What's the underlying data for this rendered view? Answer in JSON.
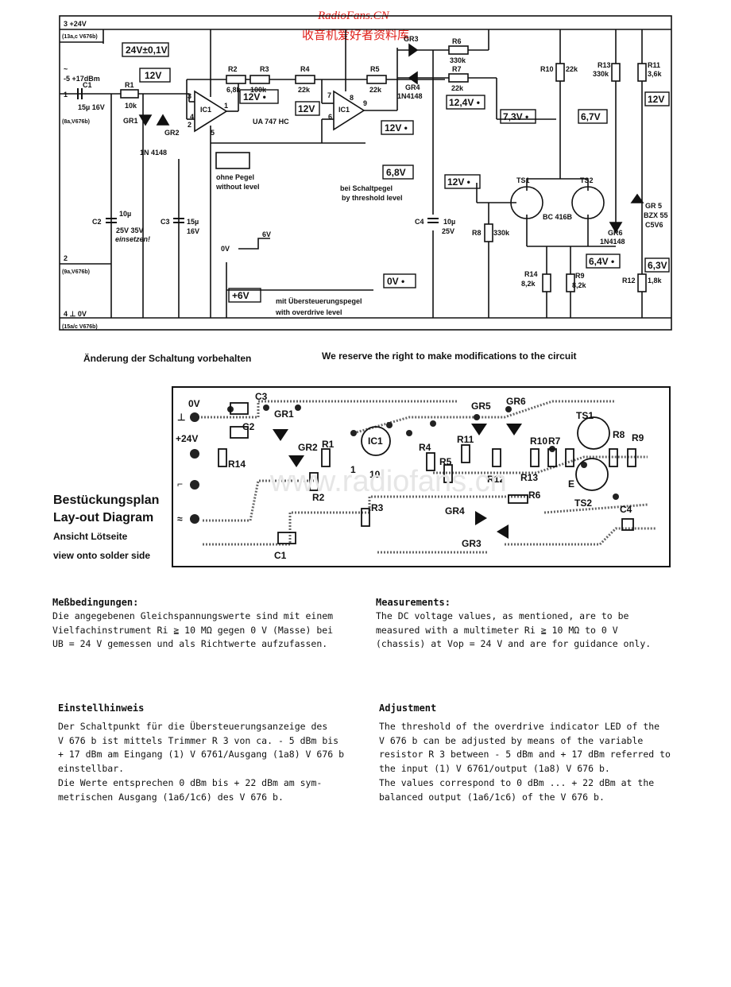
{
  "watermark": {
    "line1": "RadioFans.CN",
    "line2": "收音机爱好者资料库",
    "center": "www.radiofans.cn"
  },
  "schematic": {
    "terminals": {
      "t3": "3 +24V",
      "t3_sub": "(13a,c V676b)",
      "t1_top": "~",
      "t1_sig": "-5  +17dBm",
      "t1": "1",
      "t1_sub": "(8a,V676b)",
      "t2": "2",
      "t2_sub": "(9a,V676b)",
      "t4": "4  ⊥ 0V",
      "t4_sub": "(15a/c V676b)"
    },
    "voltages": {
      "v24": "24V±0,1V",
      "v12a": "12V",
      "v12b": "12V •",
      "v12c": "12V",
      "v12d": "12V •",
      "v124": "12,4V •",
      "v68": "6,8V",
      "v73": "7,3V •",
      "v67": "6,7V",
      "v12e": "12V",
      "v12f": "12V •",
      "v64": "6,4V •",
      "v63": "6,3V",
      "v0": "0V •",
      "v6": "+6V"
    },
    "components": {
      "r1": "R1",
      "r1v": "10k",
      "c1": "C1",
      "c1v": "15µ 16V",
      "gr1": "GR1",
      "gr2": "GR2",
      "d1n": "1N 4148",
      "r2": "R2",
      "r2v": "6,8k",
      "r3": "R3",
      "r3v": "100k",
      "r4": "R4",
      "r4v": "22k",
      "r5": "R5",
      "r5v": "22k",
      "ic1a": "IC1",
      "ic1b": "IC1",
      "ua": "UA 747 HC",
      "gr3": "GR3",
      "gr4": "GR4",
      "gr4v": "1N4148",
      "r6": "R6",
      "r6v": "330k",
      "r7": "R7",
      "r7v": "22k",
      "r10": "R10",
      "r10v": "22k",
      "r13": "R13",
      "r13v": "330k",
      "r11": "R11",
      "r11v": "3,6k",
      "ts1": "TS1",
      "ts2": "TS2",
      "bc": "BC 416B",
      "gr5": "GR 5",
      "gr5v": "BZX 55",
      "gr5v2": "C5V6",
      "gr6": "GR6",
      "gr6v": "1N4148",
      "r8": "R8",
      "r8v": "330k",
      "r14": "R14",
      "r14v": "8,2k",
      "r9": "R9",
      "r9v": "8,2k",
      "r12": "R12",
      "r12v": "1,8k",
      "c2": "C2",
      "c2v": "10µ",
      "c2v2": "25V  35V",
      "c2note": "einsetzen!",
      "c3": "C3",
      "c3v": "15µ",
      "c3v2": "16V",
      "c4": "C4",
      "c4v": "10µ",
      "c4v2": "25V",
      "pin3": "3",
      "pin2": "2",
      "pin1": "1",
      "pin5": "5",
      "pin7": "7",
      "pin6": "6",
      "pin9": "9",
      "pin8": "8",
      "pin4": "4"
    },
    "legend": {
      "nolevel_de": "ohne Pegel",
      "nolevel_en": "without level",
      "threshold_de": "bei Schaltpegel",
      "threshold_en": "by threshold level",
      "step_0v": "0V",
      "step_6v": "6V",
      "over_de": "mit Übersteuerungspegel",
      "over_en": "with overdrive level"
    }
  },
  "notices": {
    "de": "Änderung der Schaltung vorbehalten",
    "en": "We reserve the right to make modifications to the circuit"
  },
  "layout": {
    "title_de": "Bestückungsplan",
    "title_en": "Lay-out Diagram",
    "sub_de": "Ansicht Lötseite",
    "sub_en": "view onto solder side",
    "pcb_labels": {
      "ov": "0V",
      "p24": "+24V",
      "ground": "⊥",
      "step": "⌐",
      "sine": "≈",
      "c3": "C3",
      "c2": "C2",
      "c1": "C1",
      "r14": "R14",
      "r1": "R1",
      "gr1": "GR1",
      "gr2": "GR2",
      "r2": "R2",
      "ic1": "IC1",
      "r3": "R3",
      "gr4": "GR4",
      "gr3": "GR3",
      "r4": "R4",
      "r5": "R5",
      "r11": "R11",
      "r12": "R12",
      "r13": "R13",
      "gr5": "GR5",
      "gr6": "GR6",
      "r6": "R6",
      "r7": "R7",
      "r10": "R10",
      "r8": "R8",
      "r9": "R9",
      "ts1": "TS1",
      "ts2": "TS2",
      "c4": "C4",
      "pin1": "1",
      "pin10": "10",
      "e": "E"
    }
  },
  "texts": {
    "mess_de": {
      "title": "Meßbedingungen:",
      "lines": [
        "Die angegebenen Gleichspannungswerte sind mit einem",
        "Vielfachinstrument Ri ≧ 10 MΩ gegen 0 V (Masse) bei",
        "UB = 24 V gemessen und als Richtwerte aufzufassen."
      ]
    },
    "mess_en": {
      "title": "Measurements:",
      "lines": [
        "The DC voltage values, as mentioned, are to be",
        "measured with a multimeter Ri ≧ 10 MΩ to 0 V",
        "(chassis) at Vop = 24 V and are for guidance only."
      ]
    },
    "adj_de": {
      "title": "Einstellhinweis",
      "lines": [
        "Der Schaltpunkt für die Übersteuerungsanzeige des",
        "V 676 b ist mittels Trimmer R 3 von ca. - 5 dBm bis",
        "+ 17 dBm am Eingang (1) V 6761/Ausgang (1a8) V 676 b",
        "einstellbar.",
        "Die Werte entsprechen 0 dBm bis + 22 dBm am sym-",
        "metrischen Ausgang (1a6/1c6) des V 676 b."
      ]
    },
    "adj_en": {
      "title": "Adjustment",
      "lines": [
        "The threshold of the overdrive indicator LED of the",
        "V 676 b can be adjusted by means of the variable",
        "resistor R 3 between - 5 dBm and + 17 dBm referred to",
        "the input (1) V 6761/output (1a8) V 676 b.",
        "The values correspond to 0 dBm ... + 22 dBm at the",
        "balanced output (1a6/1c6) of the V 676 b."
      ]
    }
  }
}
